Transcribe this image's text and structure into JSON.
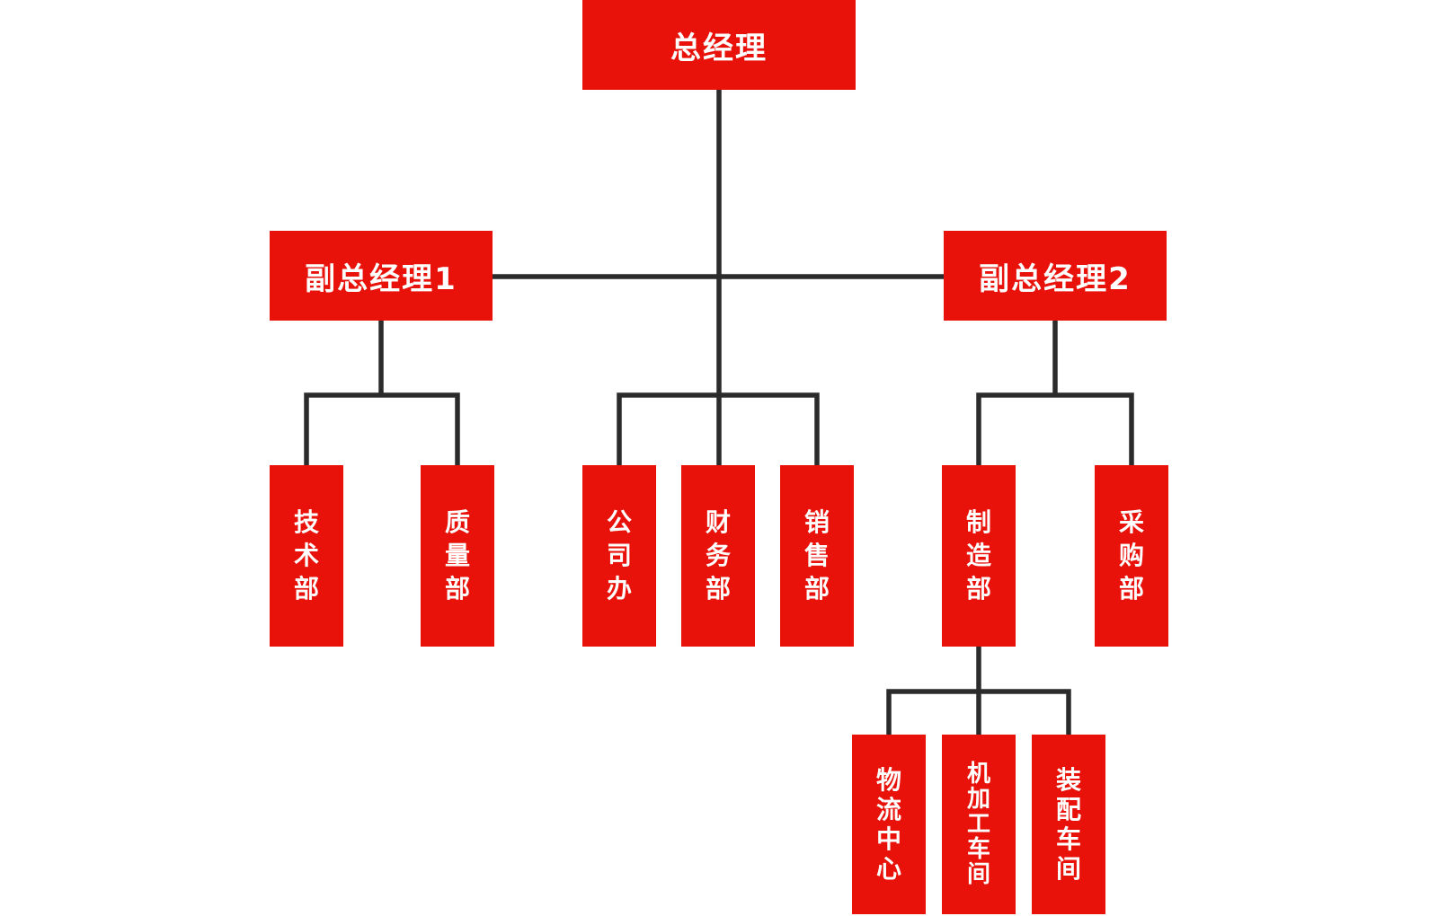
{
  "colors": {
    "box_fill": "#e8120a",
    "connector": "#2b2b2b",
    "label_text": "#ffffff",
    "background": "#ffffff"
  },
  "nodes": {
    "gm": {
      "label": "总经理"
    },
    "deputy1": {
      "label": "副总经理1"
    },
    "deputy2": {
      "label": "副总经理2"
    },
    "tech": {
      "label": "技术部"
    },
    "quality": {
      "label": "质量部"
    },
    "office": {
      "label": "公司办"
    },
    "finance": {
      "label": "财务部"
    },
    "sales": {
      "label": "销售部"
    },
    "manufacturing": {
      "label": "制造部"
    },
    "purchasing": {
      "label": "采购部"
    },
    "logistics": {
      "label": "物流中心"
    },
    "machining": {
      "label": "机加工车间"
    },
    "assembly": {
      "label": "装配车间"
    }
  },
  "hierarchy": {
    "root": "gm",
    "edges": [
      [
        "gm",
        "deputy1"
      ],
      [
        "gm",
        "office"
      ],
      [
        "gm",
        "finance"
      ],
      [
        "gm",
        "sales"
      ],
      [
        "gm",
        "deputy2"
      ],
      [
        "deputy1",
        "tech"
      ],
      [
        "deputy1",
        "quality"
      ],
      [
        "deputy2",
        "manufacturing"
      ],
      [
        "deputy2",
        "purchasing"
      ],
      [
        "manufacturing",
        "logistics"
      ],
      [
        "manufacturing",
        "machining"
      ],
      [
        "manufacturing",
        "assembly"
      ]
    ]
  }
}
